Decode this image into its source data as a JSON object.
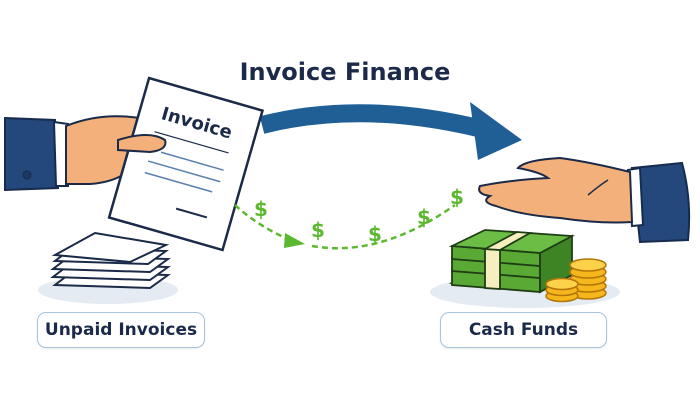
{
  "title": "Invoice Finance",
  "invoice_doc_label": "Invoice",
  "labels": {
    "left": "Unpaid Invoices",
    "right": "Cash Funds"
  },
  "dollar_symbol": "$",
  "colors": {
    "navy": "#1b2a48",
    "arrow_blue": "#1f5f96",
    "sleeve": "#24487c",
    "skin": "#f4b07a",
    "green": "#5cb82f",
    "money": "#4e9a2e",
    "coin": "#f5b71b"
  }
}
